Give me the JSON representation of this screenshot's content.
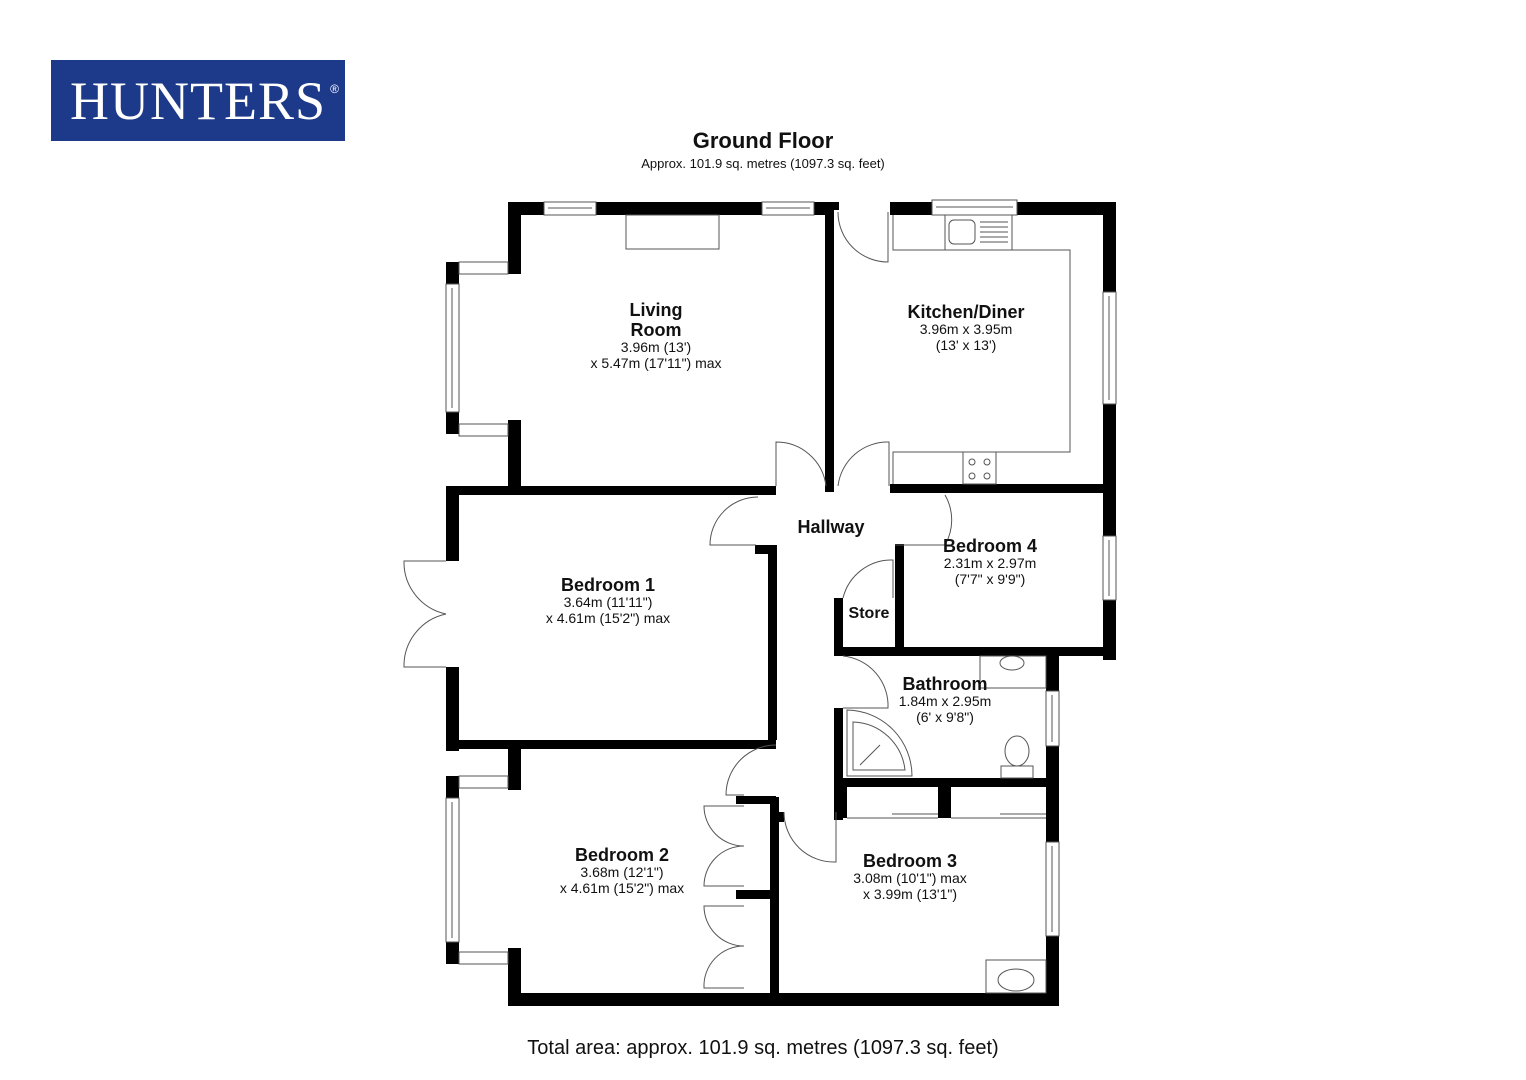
{
  "brand": {
    "name": "HUNTERS",
    "registered_mark": "®",
    "color": "#1d3a8a"
  },
  "floor": {
    "title": "Ground Floor",
    "area": "Approx. 101.9 sq. metres (1097.3 sq. feet)"
  },
  "rooms": {
    "living_room": {
      "name_line1": "Living",
      "name_line2": "Room",
      "dim1": "3.96m (13')",
      "dim2": "x 5.47m (17'11\") max"
    },
    "kitchen": {
      "name": "Kitchen/Diner",
      "dim1": "3.96m x 3.95m",
      "dim2": "(13' x 13')"
    },
    "hallway": {
      "name": "Hallway"
    },
    "bedroom1": {
      "name": "Bedroom 1",
      "dim1": "3.64m (11'11\")",
      "dim2": "x 4.61m (15'2\") max"
    },
    "bedroom4": {
      "name": "Bedroom 4",
      "dim1": "2.31m x 2.97m",
      "dim2": "(7'7\" x 9'9\")"
    },
    "store": {
      "name": "Store"
    },
    "bathroom": {
      "name": "Bathroom",
      "dim1": "1.84m x 2.95m",
      "dim2": "(6' x 9'8\")"
    },
    "bedroom2": {
      "name": "Bedroom 2",
      "dim1": "3.68m (12'1\")",
      "dim2": "x 4.61m (15'2\") max"
    },
    "bedroom3": {
      "name": "Bedroom 3",
      "dim1": "3.08m (10'1\") max",
      "dim2": "x 3.99m (13'1\")"
    }
  },
  "footer": {
    "total_area": "Total area: approx. 101.9 sq. metres (1097.3 sq. feet)"
  },
  "colors": {
    "wall": "#000000",
    "fixture_line": "#555555",
    "background": "#ffffff"
  }
}
